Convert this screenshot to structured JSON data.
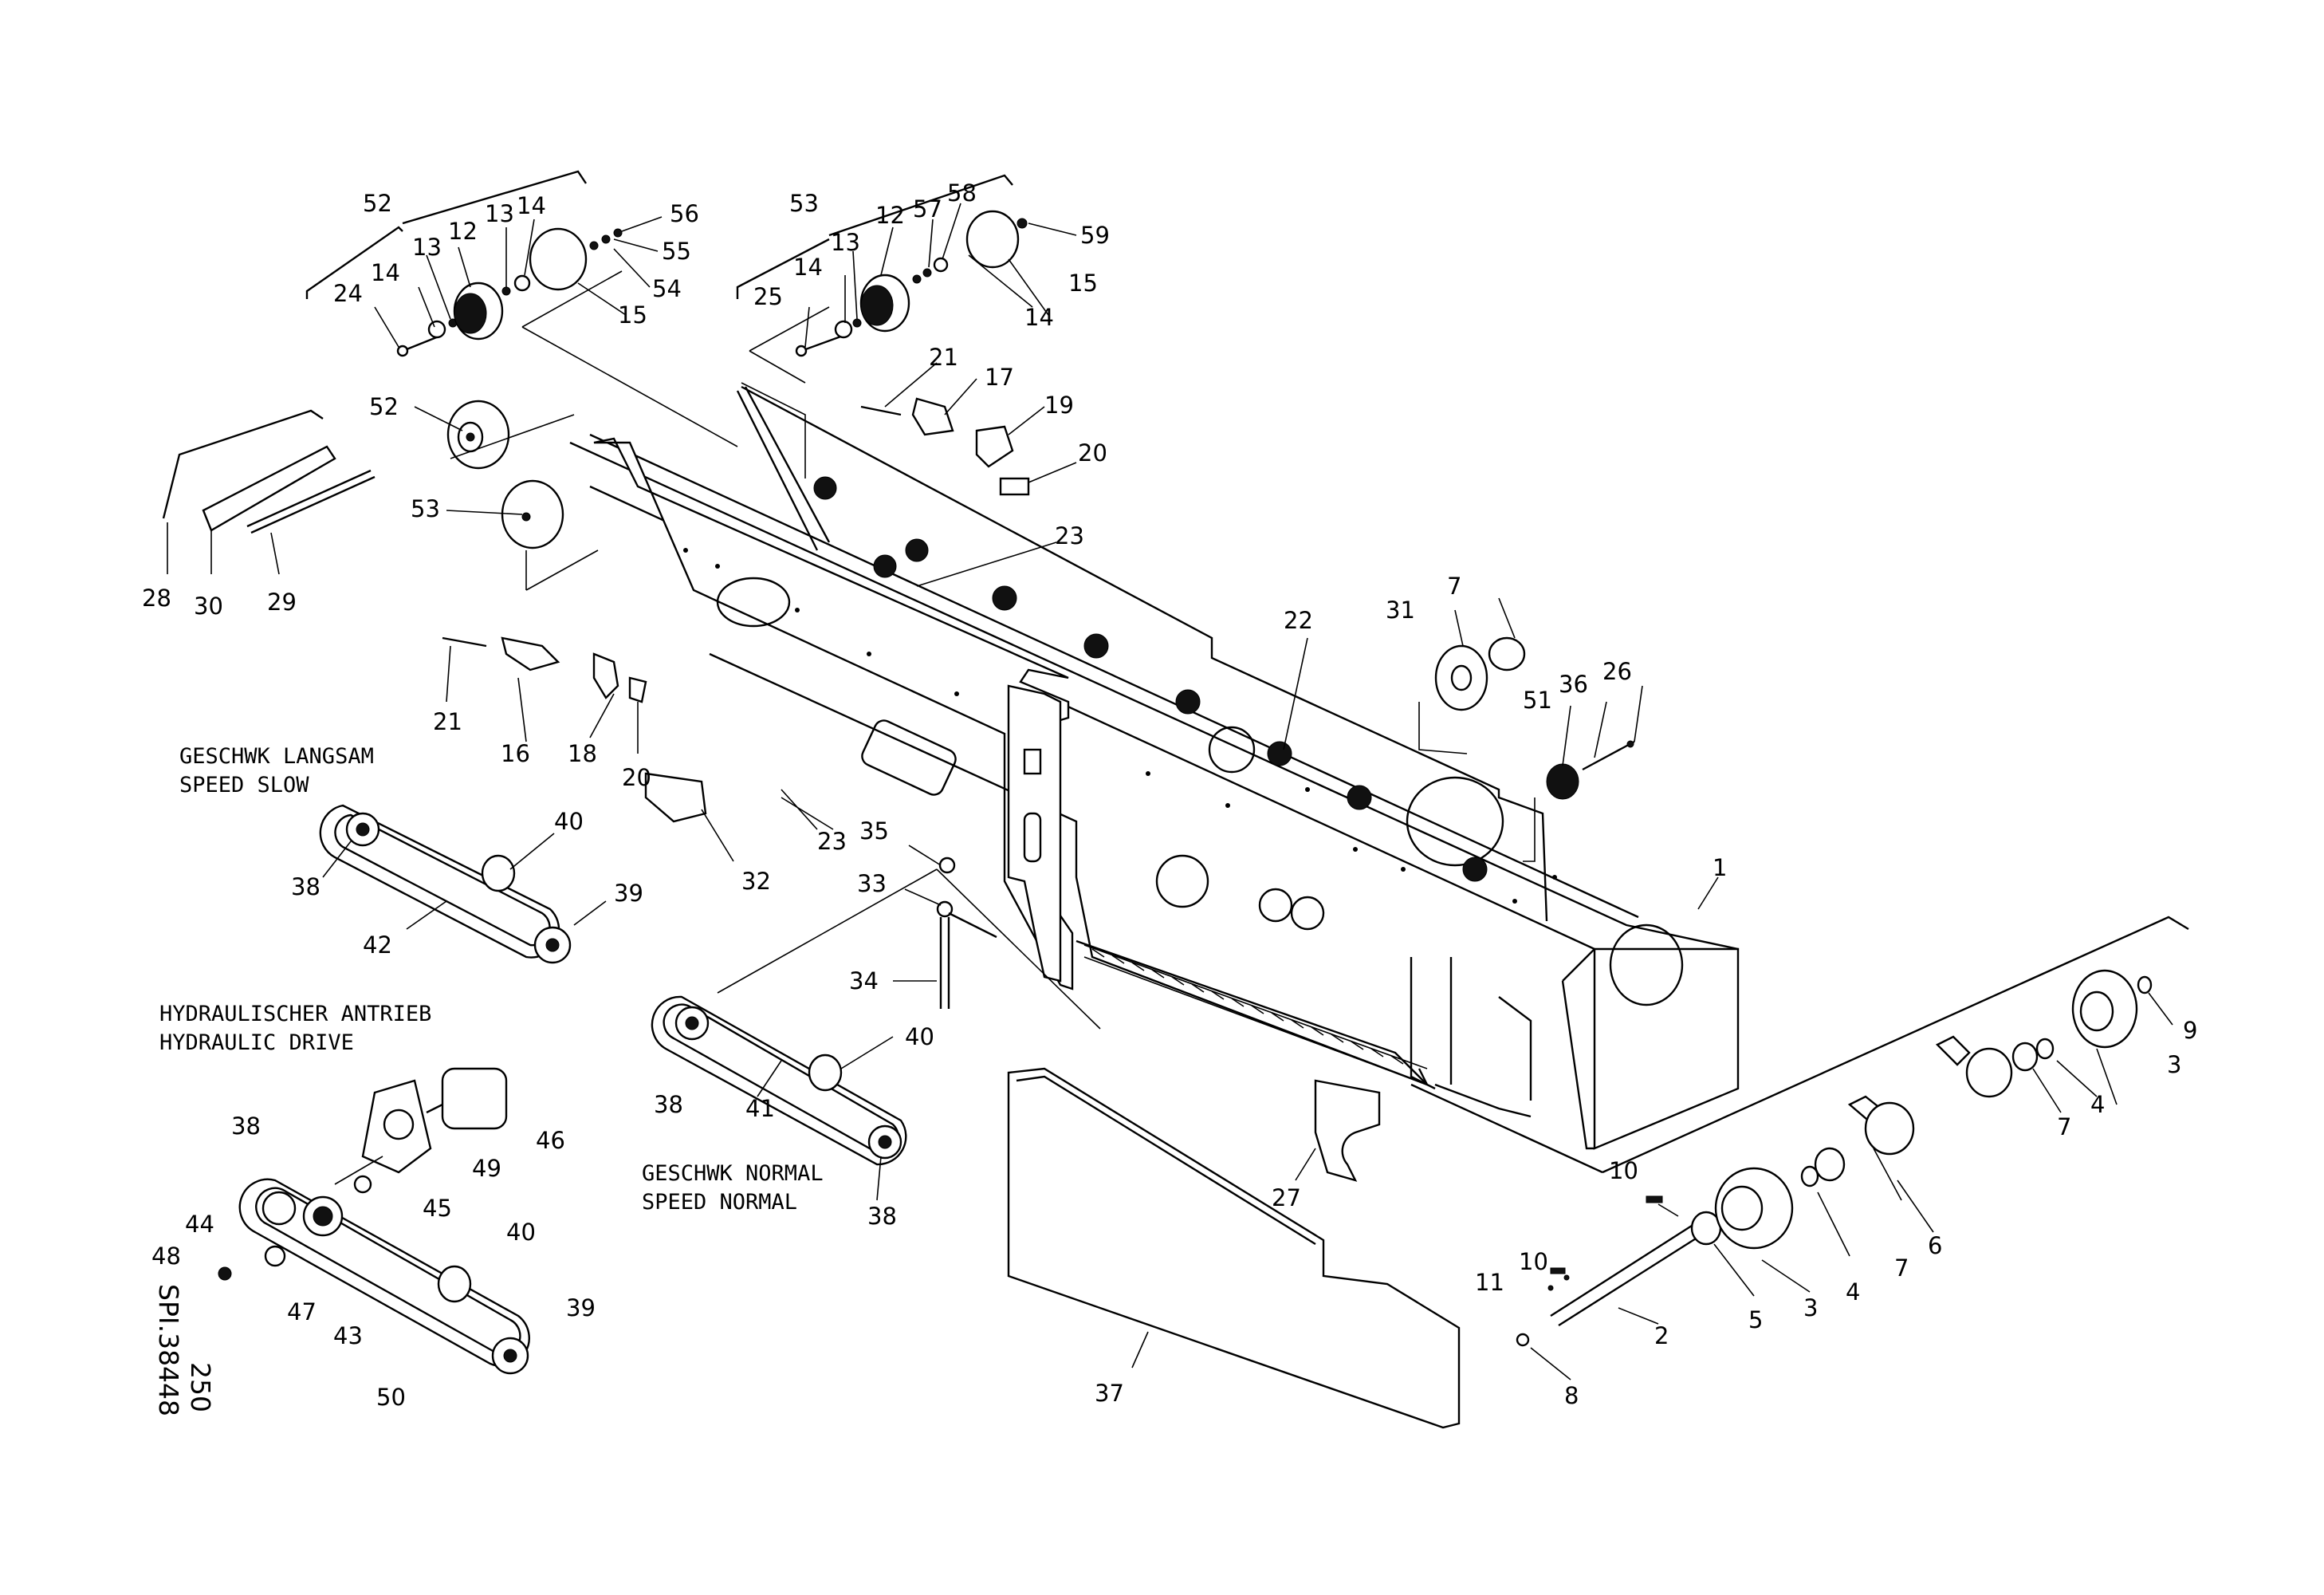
{
  "captions": {
    "slow_de": "GESCHWK LANGSAM",
    "slow_en": "SPEED SLOW",
    "hyd_de": "HYDRAULISCHER ANTRIEB",
    "hyd_en": "HYDRAULIC DRIVE",
    "normal_de": "GESCHWK NORMAL",
    "normal_en": "SPEED NORMAL"
  },
  "drawing_ref": "SPI.38448",
  "drawing_page": "250",
  "callouts": [
    "1",
    "2",
    "3",
    "3",
    "4",
    "4",
    "5",
    "6",
    "7",
    "7",
    "7",
    "8",
    "9",
    "10",
    "10",
    "11",
    "12",
    "12",
    "13",
    "13",
    "13",
    "14",
    "14",
    "14",
    "14",
    "15",
    "15",
    "16",
    "17",
    "18",
    "19",
    "20",
    "20",
    "21",
    "21",
    "22",
    "23",
    "23",
    "24",
    "25",
    "26",
    "27",
    "28",
    "29",
    "30",
    "31",
    "32",
    "33",
    "34",
    "35",
    "36",
    "37",
    "38",
    "38",
    "38",
    "38",
    "39",
    "39",
    "40",
    "40",
    "40",
    "41",
    "42",
    "43",
    "44",
    "45",
    "46",
    "47",
    "48",
    "49",
    "50",
    "51",
    "52",
    "52",
    "53",
    "53",
    "54",
    "55",
    "56",
    "57",
    "58",
    "59"
  ]
}
